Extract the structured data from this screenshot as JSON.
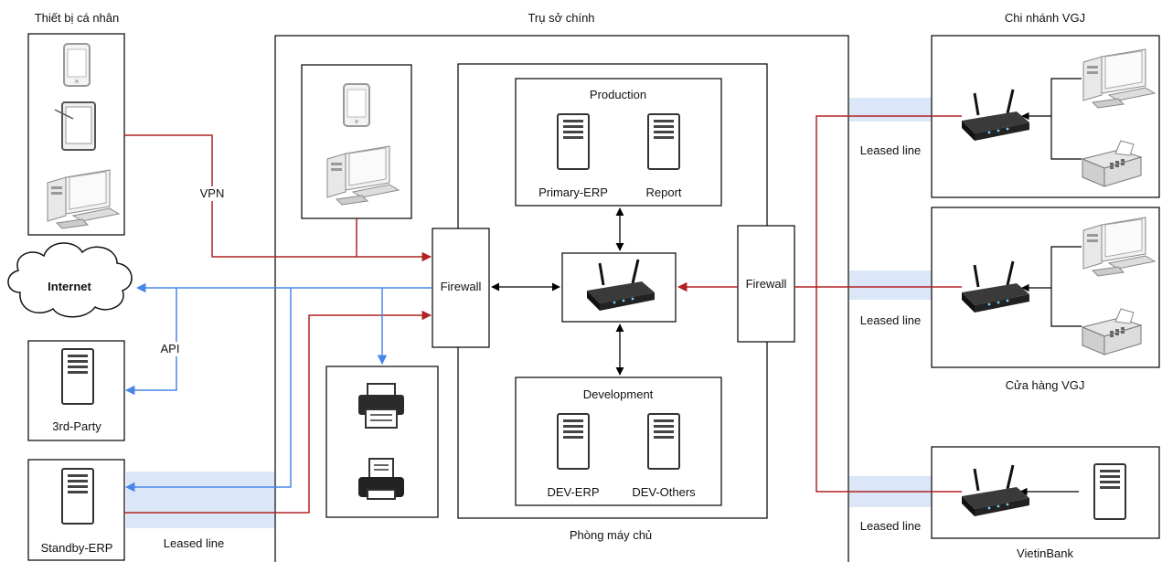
{
  "groups": {
    "personal_devices": "Thiết bị cá nhân",
    "headquarters": "Trụ sở chính",
    "branch": "Chi nhánh VGJ",
    "store": "Cửa hàng VGJ",
    "bank": "VietinBank",
    "server_room": "Phòng máy chủ",
    "production": "Production",
    "development": "Development"
  },
  "nodes": {
    "internet": "Internet",
    "third_party": "3rd-Party",
    "standby_erp": "Standby-ERP",
    "firewall_left": "Firewall",
    "firewall_right": "Firewall",
    "primary_erp": "Primary-ERP",
    "report": "Report",
    "dev_erp": "DEV-ERP",
    "dev_others": "DEV-Others"
  },
  "edges": {
    "vpn": "VPN",
    "api": "API",
    "leased_standby": "Leased line",
    "leased_branch": "Leased line",
    "leased_store": "Leased line",
    "leased_bank": "Leased line"
  },
  "colors": {
    "red_link": "#b22222",
    "blue_link": "#4a86e8",
    "leased_band": "#dbe6f8",
    "box_stroke": "#000000"
  }
}
